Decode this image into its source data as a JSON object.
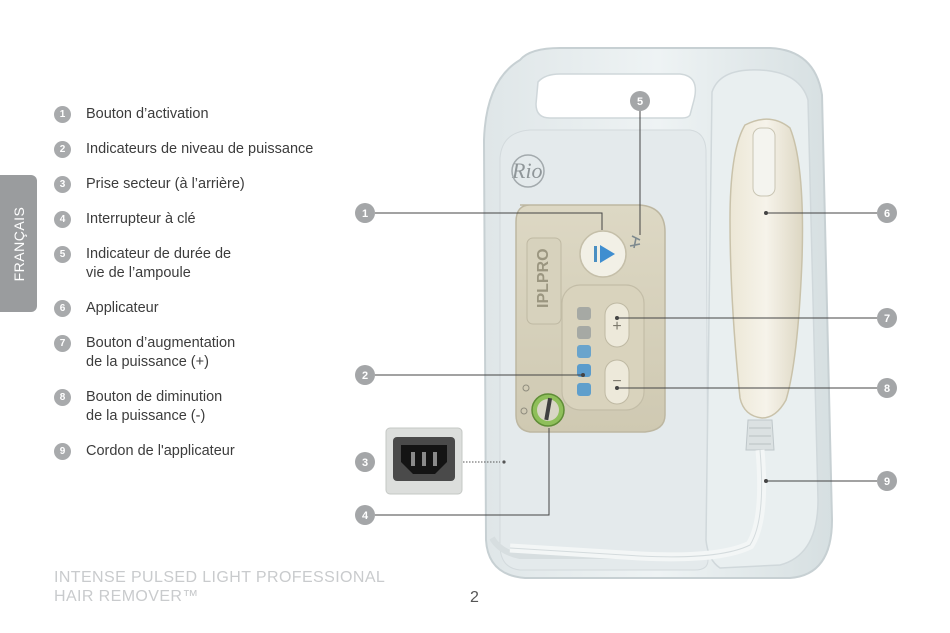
{
  "side_tab": "FRANÇAIS",
  "legend": [
    {
      "num": "1",
      "text": "Bouton d’activation"
    },
    {
      "num": "2",
      "text": "Indicateurs de niveau de puissance"
    },
    {
      "num": "3",
      "text": "Prise secteur (à l’arrière)"
    },
    {
      "num": "4",
      "text": "Interrupteur à clé"
    },
    {
      "num": "5",
      "line1": "Indicateur de durée de",
      "line2": "vie de l’ampoule"
    },
    {
      "num": "6",
      "text": "Applicateur"
    },
    {
      "num": "7",
      "line1": "Bouton d’augmentation",
      "line2": "de la puissance (+)"
    },
    {
      "num": "8",
      "line1": "Bouton de diminution",
      "line2": "de la puissance (-)"
    },
    {
      "num": "9",
      "text": "Cordon de l'applicateur"
    }
  ],
  "device": {
    "brand_logo": "Rio",
    "panel_label": "IPLPRO"
  },
  "callouts": [
    "1",
    "2",
    "3",
    "4",
    "5",
    "6",
    "7",
    "8",
    "9"
  ],
  "footer": {
    "line1": "INTENSE PULSED LIGHT PROFESSIONAL",
    "line2": "HAIR REMOVER™",
    "page_number": "2"
  }
}
